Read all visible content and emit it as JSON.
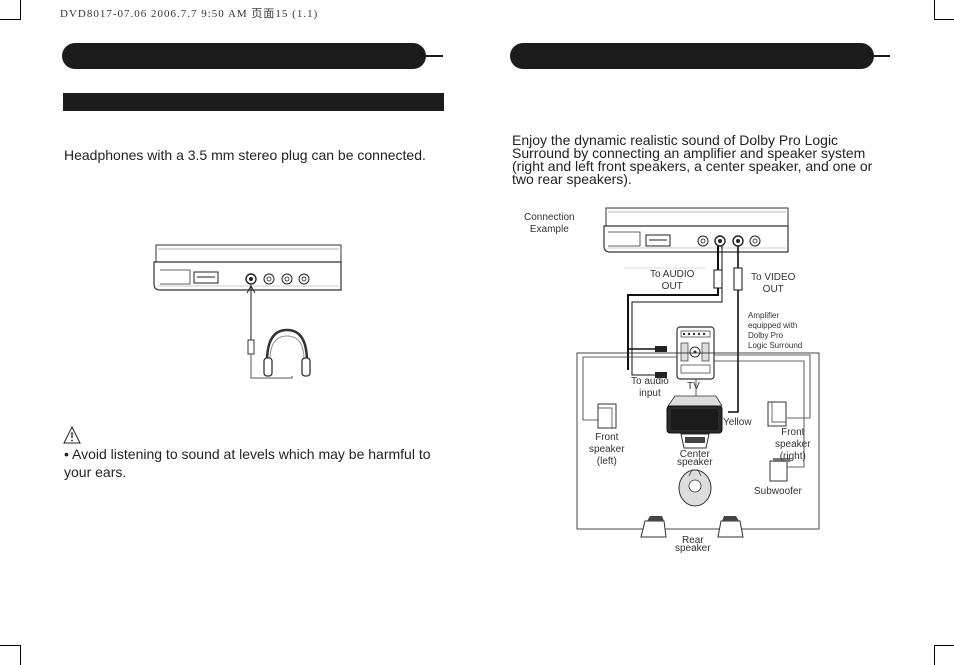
{
  "header": {
    "print_info": "DVD8017-07.06  2006.7.7 9:50 AM 页面15 (1.1)"
  },
  "left": {
    "intro": "Headphones with a 3.5 mm stereo plug can be connected.",
    "warning_symbol": "!",
    "warning_text": "• Avoid listening to sound at levels which may be harmful to your ears."
  },
  "right": {
    "intro": "Enjoy the dynamic realistic sound of Dolby Pro Logic Surround by connecting an amplifier and speaker system (right and left front speakers, a center speaker, and one or two rear speakers).",
    "labels": {
      "connection_example_1": "Connection",
      "connection_example_2": "Example",
      "to_audio_out_1": "To AUDIO",
      "to_audio_out_2": "OUT",
      "to_video_out_1": "To VIDEO",
      "to_video_out_2": "OUT",
      "amplifier_1": "Amplifier",
      "amplifier_2": "equipped with",
      "amplifier_3": "Dolby Pro",
      "amplifier_4": "Logic Surround",
      "to_audio_input_1": "To audio",
      "to_audio_input_2": "input",
      "tv": "TV",
      "yellow": "Yellow",
      "front_left_1": "Front",
      "front_left_2": "speaker",
      "front_left_3": "(left)",
      "center_1": "Center",
      "center_2": "speaker",
      "front_right_1": "Front",
      "front_right_2": "speaker",
      "front_right_3": "(right)",
      "subwoofer": "Subwoofer",
      "rear_1": "Rear",
      "rear_2": "speaker"
    }
  }
}
